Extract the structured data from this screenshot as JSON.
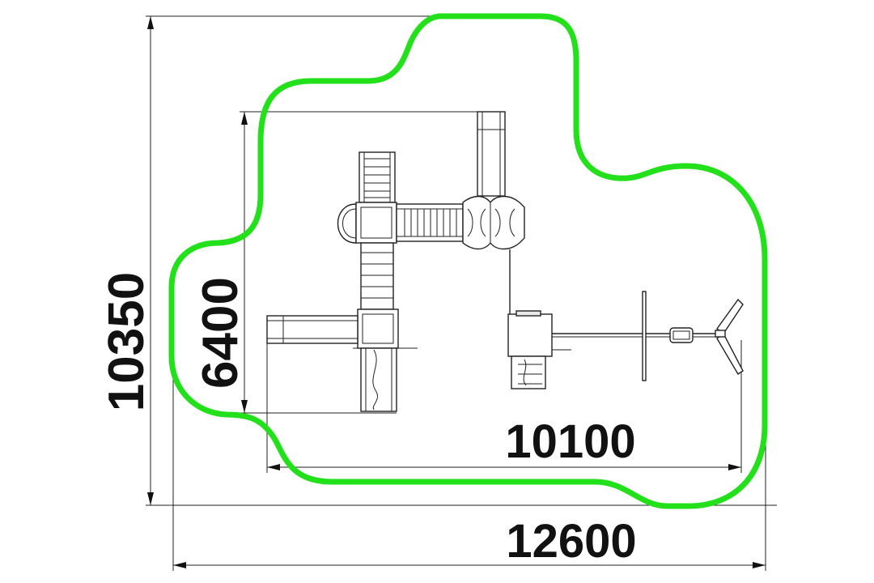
{
  "dimensions": {
    "overall_width": "12600",
    "overall_height": "10350",
    "equipment_width": "10100",
    "equipment_height": "6400"
  },
  "colors": {
    "safety_zone": "#22e01a",
    "lines": "#222222",
    "text": "#111111"
  }
}
